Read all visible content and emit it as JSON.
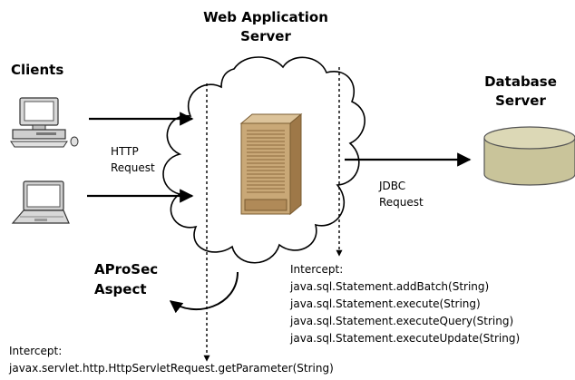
{
  "labels": {
    "server_title_line1": "Web Application",
    "server_title_line2": "Server",
    "clients": "Clients",
    "database_line1": "Database",
    "database_line2": "Server",
    "http_line1": "HTTP",
    "http_line2": "Request",
    "jdbc_line1": "JDBC",
    "jdbc_line2": "Request",
    "aspect_line1": "AProSec",
    "aspect_line2": "Aspect"
  },
  "intercept_jdbc": {
    "heading": "Intercept:",
    "methods": [
      "java.sql.Statement.addBatch(String)",
      "java.sql.Statement.execute(String)",
      "java.sql.Statement.executeQuery(String)",
      "java.sql.Statement.executeUpdate(String)"
    ]
  },
  "intercept_servlet": {
    "heading": "Intercept:",
    "method": "javax.servlet.http.HttpServletRequest.getParameter(String)"
  },
  "colors": {
    "cloud_fill": "#ffffff",
    "server_body": "#c9a877",
    "server_front": "#b08a58",
    "db_body": "#c9c49a",
    "db_top": "#dcd8b6",
    "computer_gray": "#bfbfbf"
  },
  "icons": [
    "desktop-computer-icon",
    "laptop-computer-icon",
    "server-tower-icon",
    "database-cylinder-icon"
  ]
}
